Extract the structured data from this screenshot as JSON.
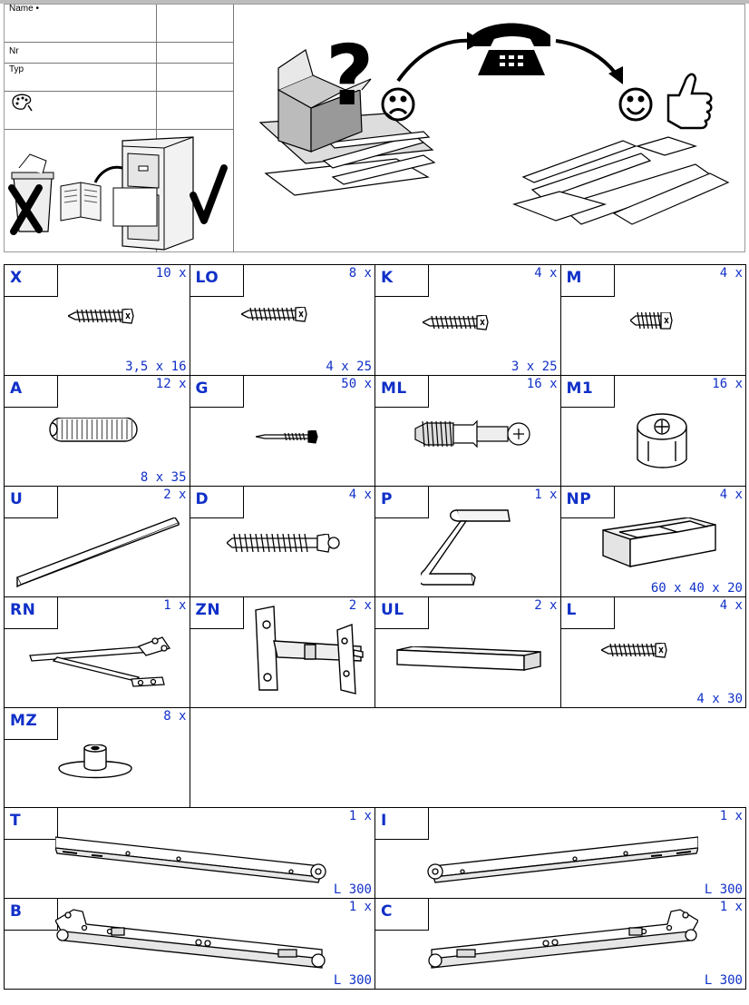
{
  "form": {
    "name_label": "Name •",
    "nr_label": "Nr",
    "typ_label": "Typ"
  },
  "parts": [
    {
      "code": "X",
      "qty": "10 x",
      "size": "3,5 x 16",
      "icon": "screw-icon"
    },
    {
      "code": "LO",
      "qty": "8 x",
      "size": "4 x 25",
      "icon": "screw-icon"
    },
    {
      "code": "K",
      "qty": "4 x",
      "size": "3 x 25",
      "icon": "screw-icon"
    },
    {
      "code": "M",
      "qty": "4 x",
      "size": "",
      "icon": "short-screw-icon"
    },
    {
      "code": "A",
      "qty": "12 x",
      "size": "8 x 35",
      "icon": "dowel-icon"
    },
    {
      "code": "G",
      "qty": "50 x",
      "size": "",
      "icon": "nail-icon"
    },
    {
      "code": "ML",
      "qty": "16 x",
      "size": "",
      "icon": "cam-bolt-icon"
    },
    {
      "code": "M1",
      "qty": "16 x",
      "size": "",
      "icon": "cam-lock-icon"
    },
    {
      "code": "U",
      "qty": "2 x",
      "size": "",
      "icon": "angle-profile-icon"
    },
    {
      "code": "D",
      "qty": "4 x",
      "size": "",
      "icon": "long-screw-icon"
    },
    {
      "code": "P",
      "qty": "1 x",
      "size": "",
      "icon": "hex-key-icon"
    },
    {
      "code": "NP",
      "qty": "4 x",
      "size": "60 x 40 x 20",
      "icon": "foot-block-icon"
    },
    {
      "code": "RN",
      "qty": "1 x",
      "size": "",
      "icon": "lid-stay-icon"
    },
    {
      "code": "ZN",
      "qty": "2 x",
      "size": "",
      "icon": "hinge-icon"
    },
    {
      "code": "UL",
      "qty": "2 x",
      "size": "",
      "icon": "bar-icon"
    },
    {
      "code": "L",
      "qty": "4 x",
      "size": "4 x 30",
      "icon": "screw-icon"
    },
    {
      "code": "MZ",
      "qty": "8 x",
      "size": "",
      "icon": "glide-foot-icon"
    }
  ],
  "rails": [
    {
      "code": "T",
      "qty": "1 x",
      "size": "L 300",
      "icon": "drawer-rail-icon"
    },
    {
      "code": "I",
      "qty": "1 x",
      "size": "L 300",
      "icon": "drawer-rail-icon"
    },
    {
      "code": "B",
      "qty": "1 x",
      "size": "L 300",
      "icon": "drawer-slide-icon"
    },
    {
      "code": "C",
      "qty": "1 x",
      "size": "L 300",
      "icon": "drawer-slide-icon"
    }
  ]
}
